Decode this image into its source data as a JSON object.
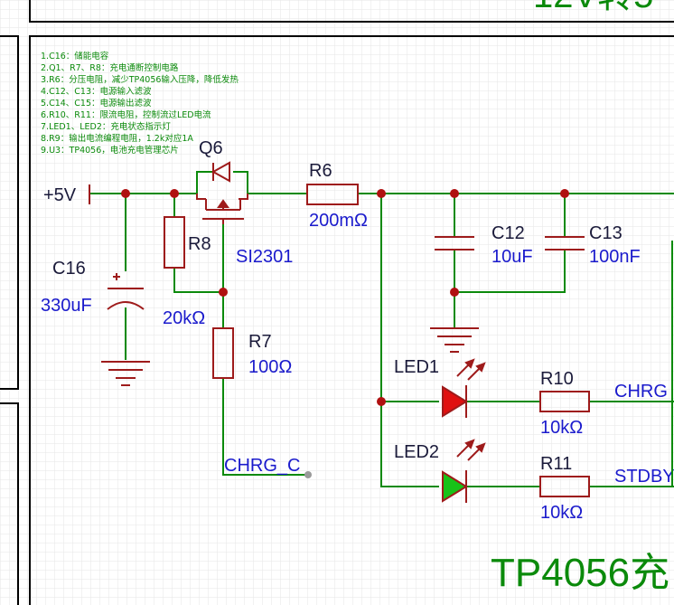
{
  "canvas": {
    "background": "#ffffff",
    "grid_color": "#e6e6e6",
    "frame_color": "#000000",
    "wire_color": "#0b8a0b",
    "part_color": "#9e1b1b",
    "label_color": "#1a1acc",
    "title_color": "#0b8a0b"
  },
  "notes": [
    "1.C16：储能电容",
    "2.Q1、R7、R8：充电通断控制电路",
    "3.R6：分压电阻，减少TP4056输入压降，降低发热",
    "4.C12、C13：电源输入滤波",
    "5.C14、C15：电源输出滤波",
    "6.R10、R11：限流电阻，控制流过LED电流",
    "7.LED1、LED2：充电状态指示灯",
    "8.R9：输出电流编程电阻，1.2k对应1A",
    "9.U3：TP4056，电池充电管理芯片"
  ],
  "power_port": {
    "label": "+5V"
  },
  "components": {
    "c16": {
      "ref": "C16",
      "value": "330uF"
    },
    "r8": {
      "ref": "R8",
      "value": "20kΩ"
    },
    "q6": {
      "ref": "Q6",
      "value": "SI2301"
    },
    "r7": {
      "ref": "R7",
      "value": "100Ω"
    },
    "r6": {
      "ref": "R6",
      "value": "200mΩ"
    },
    "c12": {
      "ref": "C12",
      "value": "10uF"
    },
    "c13": {
      "ref": "C13",
      "value": "100nF"
    },
    "led1": {
      "ref": "LED1",
      "color": "#e01010"
    },
    "led2": {
      "ref": "LED2",
      "color": "#18c218"
    },
    "r10": {
      "ref": "R10",
      "value": "10kΩ"
    },
    "r11": {
      "ref": "R11",
      "value": "10kΩ"
    }
  },
  "net_labels": {
    "chrg_c": "CHRG_C",
    "chrg": "CHRG",
    "stdby": "STDBY"
  },
  "title_fragment": "TP4056充",
  "top_title_fragment": "12V转5"
}
